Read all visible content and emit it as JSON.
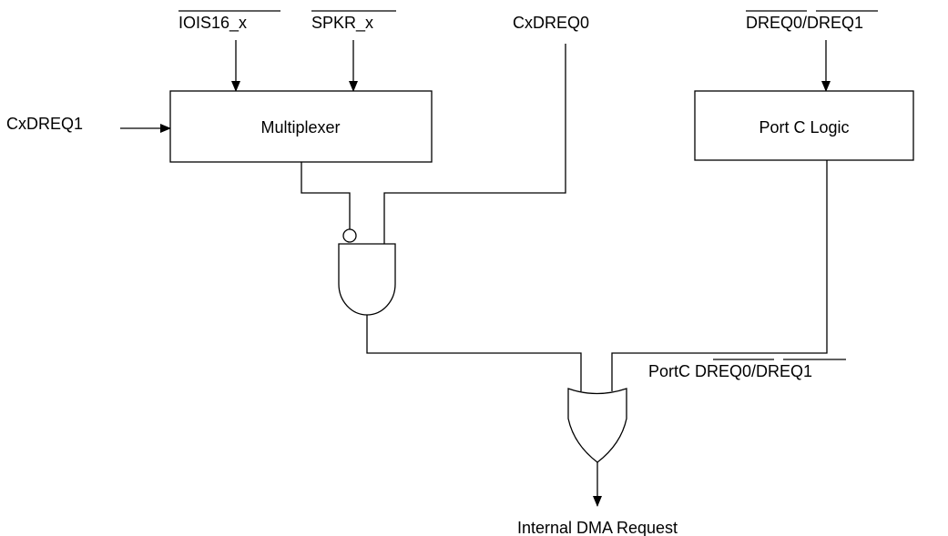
{
  "labels": {
    "iois16": "IOIS16_x",
    "spkr": "SPKR_x",
    "cxdreq0": "CxDREQ0",
    "dreq_top_a": "DREQ0",
    "dreq_top_sep": "/",
    "dreq_top_b": "DREQ1",
    "cxdreq1": "CxDREQ1",
    "portc_prefix": "PortC ",
    "portc_a": "DREQ0",
    "portc_sep": "/",
    "portc_b": "DREQ1",
    "output": "Internal DMA Request"
  },
  "blocks": {
    "mux": "Multiplexer",
    "portc_logic": "Port C Logic"
  },
  "gates": {
    "and_gate": "AND gate with inverted input",
    "or_gate": "OR gate"
  }
}
